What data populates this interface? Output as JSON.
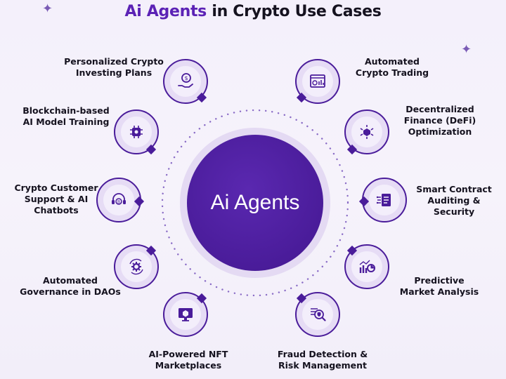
{
  "title": {
    "accent": "Ai Agents",
    "rest": " in Crypto Use Cases"
  },
  "center": {
    "label": "Ai Agents"
  },
  "colors": {
    "primary": "#4a1c9a",
    "accent": "#5b22b5",
    "node_fill": "#e6dcf5"
  },
  "items": [
    {
      "label_1": "Personalized Crypto",
      "label_2": "Investing Plans",
      "icon": "hand-coin-icon"
    },
    {
      "label_1": "Blockchain-based",
      "label_2": "AI Model Training",
      "icon": "circuit-brain-icon"
    },
    {
      "label_1": "Crypto Customer",
      "label_2": "Support & AI",
      "label_3": "Chatbots",
      "icon": "headset-coin-icon"
    },
    {
      "label_1": "Automated",
      "label_2": "Governance in DAOs",
      "icon": "gear-cycle-icon"
    },
    {
      "label_1": "AI-Powered NFT",
      "label_2": "Marketplaces",
      "icon": "monitor-nft-icon"
    },
    {
      "label_1": "Automated",
      "label_2": "Crypto Trading",
      "icon": "trading-screen-icon"
    },
    {
      "label_1": "Decentralized",
      "label_2": "Finance (DeFi)",
      "label_3": "Optimization",
      "icon": "cube-network-icon"
    },
    {
      "label_1": "Smart Contract",
      "label_2": "Auditing &",
      "label_3": "Security",
      "icon": "contract-check-icon"
    },
    {
      "label_1": "Predictive",
      "label_2": "Market Analysis",
      "icon": "bar-chart-icon"
    },
    {
      "label_1": "Fraud Detection &",
      "label_2": "Risk Management",
      "icon": "shield-search-icon"
    }
  ]
}
